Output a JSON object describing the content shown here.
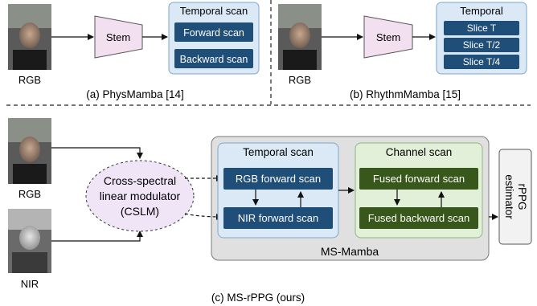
{
  "panel_a": {
    "input_label": "RGB",
    "stem_label": "Stem",
    "scan_title": "Temporal scan",
    "blocks": [
      "Forward scan",
      "Backward scan"
    ],
    "caption": "(a) PhysMamba [14]"
  },
  "panel_b": {
    "input_label": "RGB",
    "stem_label": "Stem",
    "scan_title": "Temporal",
    "blocks": [
      "Slice T",
      "Slice T/2",
      "Slice T/4"
    ],
    "caption": "(b) RhythmMamba [15]"
  },
  "panel_c": {
    "rgb_label": "RGB",
    "nir_label": "NIR",
    "modulator_lines": [
      "Cross-spectral",
      "linear modulator",
      "(CSLM)"
    ],
    "temporal_title": "Temporal scan",
    "temporal_blocks": [
      "RGB forward scan",
      "NIR forward scan"
    ],
    "channel_title": "Channel scan",
    "channel_blocks": [
      "Fused forward scan",
      "Fused backward scan"
    ],
    "container_label": "MS-Mamba",
    "estimator_lines": [
      "rPPG",
      "estimator"
    ],
    "caption": "(c) MS-rPPG (ours)"
  },
  "colors": {
    "panel_blue": "#dbe9f6",
    "panel_green": "#e2efd9",
    "block_blue": "#1f4e79",
    "block_green": "#38571a",
    "ms_mamba_gray": "#e0e0e0",
    "cslm_fill": "#efe5f7",
    "stem_fill": "#f2dfef"
  }
}
